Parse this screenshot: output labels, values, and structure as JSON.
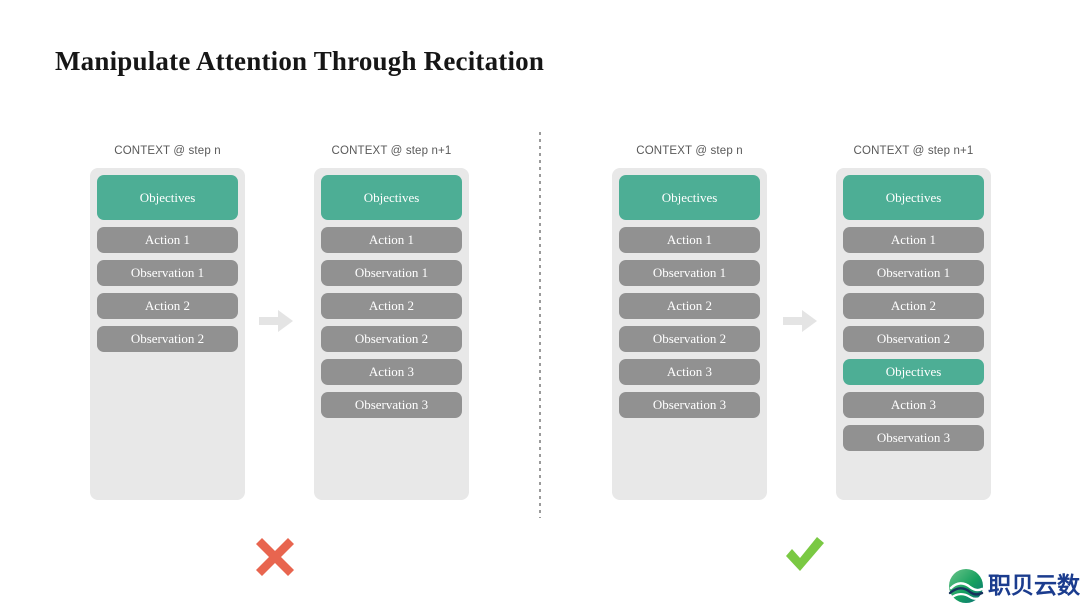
{
  "slide": {
    "title": "Manipulate Attention Through Recitation",
    "background_color": "#ffffff"
  },
  "colors": {
    "objective_green": "#4dae95",
    "step_gray": "#919191",
    "panel_gray": "#e8e8e8",
    "arrow_gray": "#e4e4e4",
    "header_text": "#595959",
    "cross_red": "#e8654f",
    "check_green": "#7ac943",
    "logo_navy": "#1b3c8e",
    "divider_gray": "#9b9b9b"
  },
  "groups": [
    {
      "id": "bad-example",
      "verdict": {
        "name": "cross-mark",
        "glyph": "✗",
        "color": "#e8654f"
      },
      "columns": [
        {
          "id": "bad-step-n",
          "header": "CONTEXT @ step n",
          "blocks": [
            {
              "label": "Objectives",
              "kind": "objective"
            },
            {
              "label": "Action 1",
              "kind": "step"
            },
            {
              "label": "Observation 1",
              "kind": "step"
            },
            {
              "label": "Action 2",
              "kind": "step"
            },
            {
              "label": "Observation 2",
              "kind": "step"
            }
          ]
        },
        {
          "id": "bad-step-n1",
          "header": "CONTEXT @ step n+1",
          "blocks": [
            {
              "label": "Objectives",
              "kind": "objective"
            },
            {
              "label": "Action 1",
              "kind": "step"
            },
            {
              "label": "Observation 1",
              "kind": "step"
            },
            {
              "label": "Action 2",
              "kind": "step"
            },
            {
              "label": "Observation 2",
              "kind": "step"
            },
            {
              "label": "Action 3",
              "kind": "step"
            },
            {
              "label": "Observation 3",
              "kind": "step"
            }
          ]
        }
      ]
    },
    {
      "id": "good-example",
      "verdict": {
        "name": "check-mark",
        "glyph": "✓",
        "color": "#7ac943"
      },
      "columns": [
        {
          "id": "good-step-n",
          "header": "CONTEXT @ step n",
          "blocks": [
            {
              "label": "Objectives",
              "kind": "objective"
            },
            {
              "label": "Action 1",
              "kind": "step"
            },
            {
              "label": "Observation 1",
              "kind": "step"
            },
            {
              "label": "Action 2",
              "kind": "step"
            },
            {
              "label": "Observation 2",
              "kind": "step"
            },
            {
              "label": "Action 3",
              "kind": "step"
            },
            {
              "label": "Observation 3",
              "kind": "step"
            }
          ]
        },
        {
          "id": "good-step-n1",
          "header": "CONTEXT @ step n+1",
          "blocks": [
            {
              "label": "Objectives",
              "kind": "objective"
            },
            {
              "label": "Action 1",
              "kind": "step"
            },
            {
              "label": "Observation 1",
              "kind": "step"
            },
            {
              "label": "Action 2",
              "kind": "step"
            },
            {
              "label": "Observation 2",
              "kind": "step"
            },
            {
              "label": "Objectives",
              "kind": "objective-small"
            },
            {
              "label": "Action 3",
              "kind": "step"
            },
            {
              "label": "Observation 3",
              "kind": "step"
            }
          ]
        }
      ]
    }
  ],
  "arrows": [
    {
      "id": "arrow-bad",
      "name": "right-arrow-icon"
    },
    {
      "id": "arrow-good",
      "name": "right-arrow-icon"
    }
  ],
  "divider": {
    "name": "vertical-dotted-divider",
    "style": "dotted"
  },
  "logo": {
    "name": "zhibeiyunshu-logo",
    "text": "职贝云数",
    "mark": "wave-circle-icon"
  }
}
